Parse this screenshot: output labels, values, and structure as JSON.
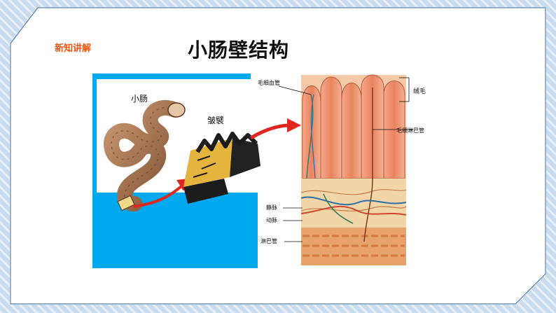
{
  "slide": {
    "section_tag": "新知讲解",
    "title": "小肠壁结构"
  },
  "figure": {
    "labels": {
      "small_intestine": "小肠",
      "fold": "皱襞",
      "capillary": "毛细血管",
      "villus": "绒毛",
      "lacteal": "毛细淋巴管",
      "vein": "静脉",
      "artery": "动脉",
      "lymph_vessel": "淋巴管"
    }
  },
  "colors": {
    "background": "#c9dcef",
    "section_tag": "#e85a1b",
    "figure_bg": "#00a8f0",
    "arrow": "#e0261f"
  }
}
